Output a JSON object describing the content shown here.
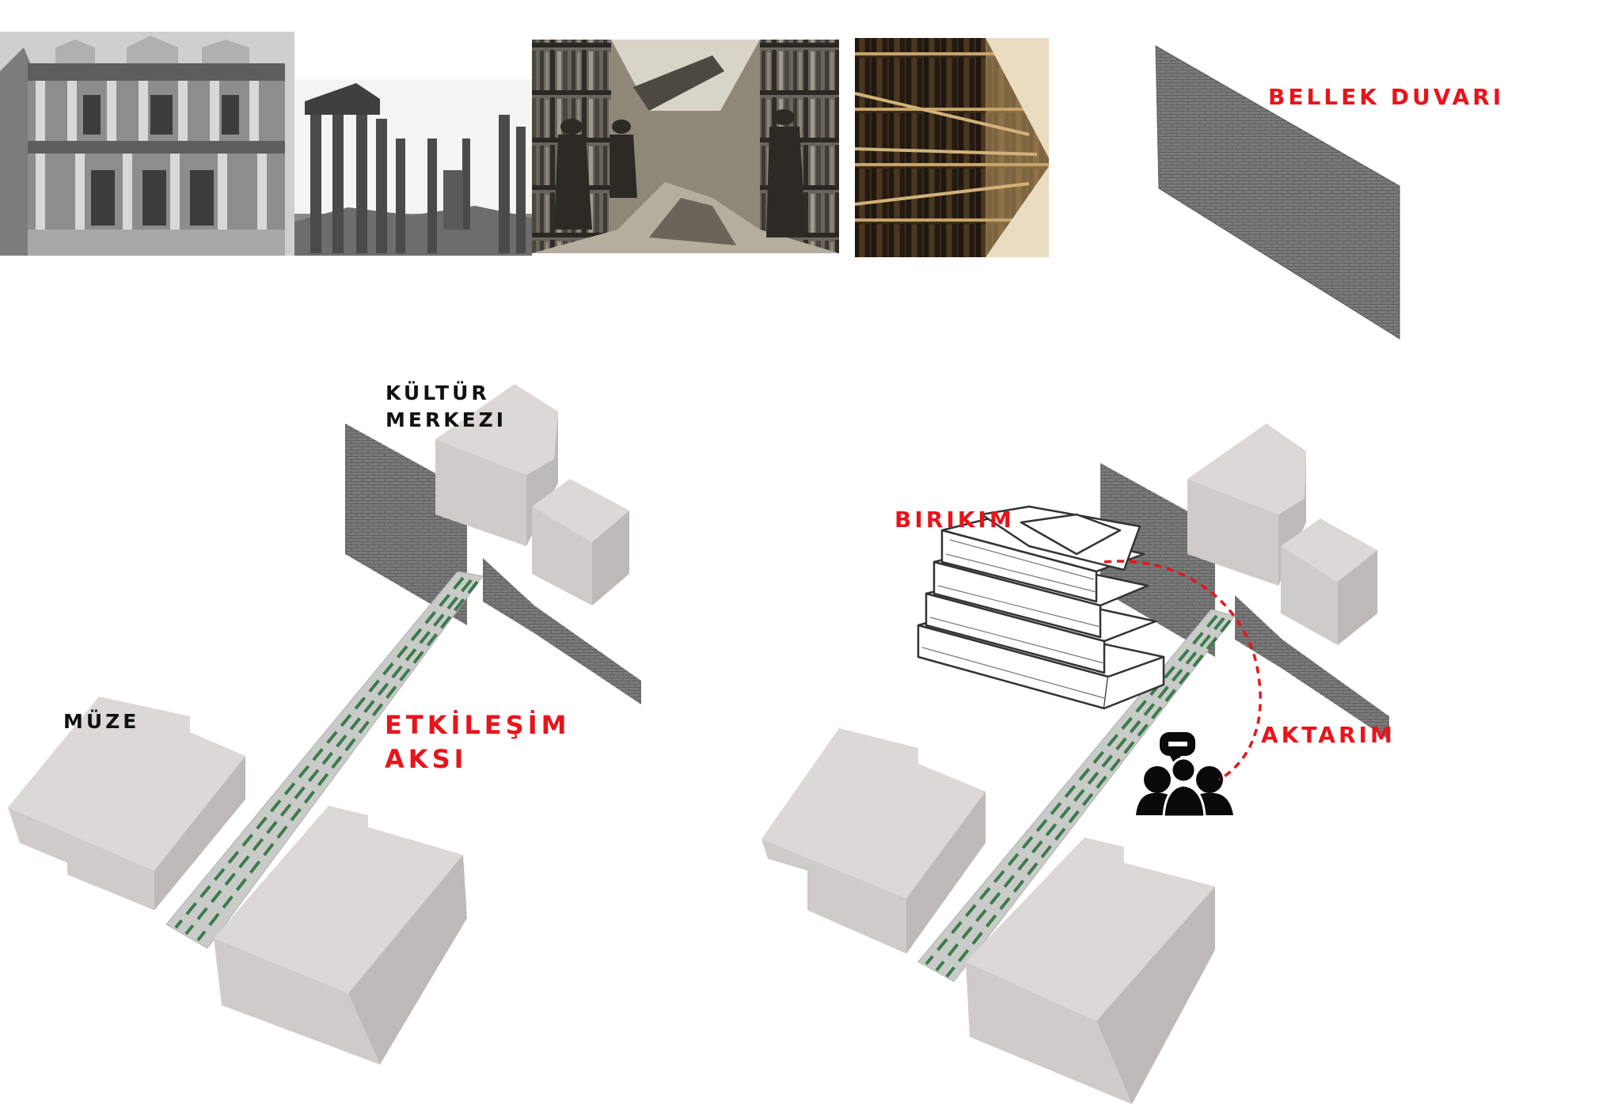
{
  "labels": {
    "bellek_duvari": "BELLEK DUVARI",
    "kultur_merkezi": "KÜLTÜR\nMERKEZI",
    "muze": "MÜZE",
    "etkilesim_aksi": "ETKİLEŞİM\nAKSI",
    "birikim": "BIRIKIM",
    "aktarim": "AKTARIM"
  },
  "colors": {
    "accent_red": "#e8141b",
    "building_top": "#dcd8d8",
    "building_side": "#bdb9b9",
    "building_front": "#cfcbcb",
    "wall": "#757575",
    "axis": "#c9cbc9",
    "axis_dash": "#3c7a4c"
  },
  "photos": [
    {
      "name": "library-of-celsus-photo",
      "icon": "ruin-facade"
    },
    {
      "name": "ancient-columns-photo",
      "icon": "columns"
    },
    {
      "name": "bombed-library-photo",
      "icon": "library-ruin"
    },
    {
      "name": "book-shelves-photo",
      "icon": "bookshelf"
    }
  ]
}
